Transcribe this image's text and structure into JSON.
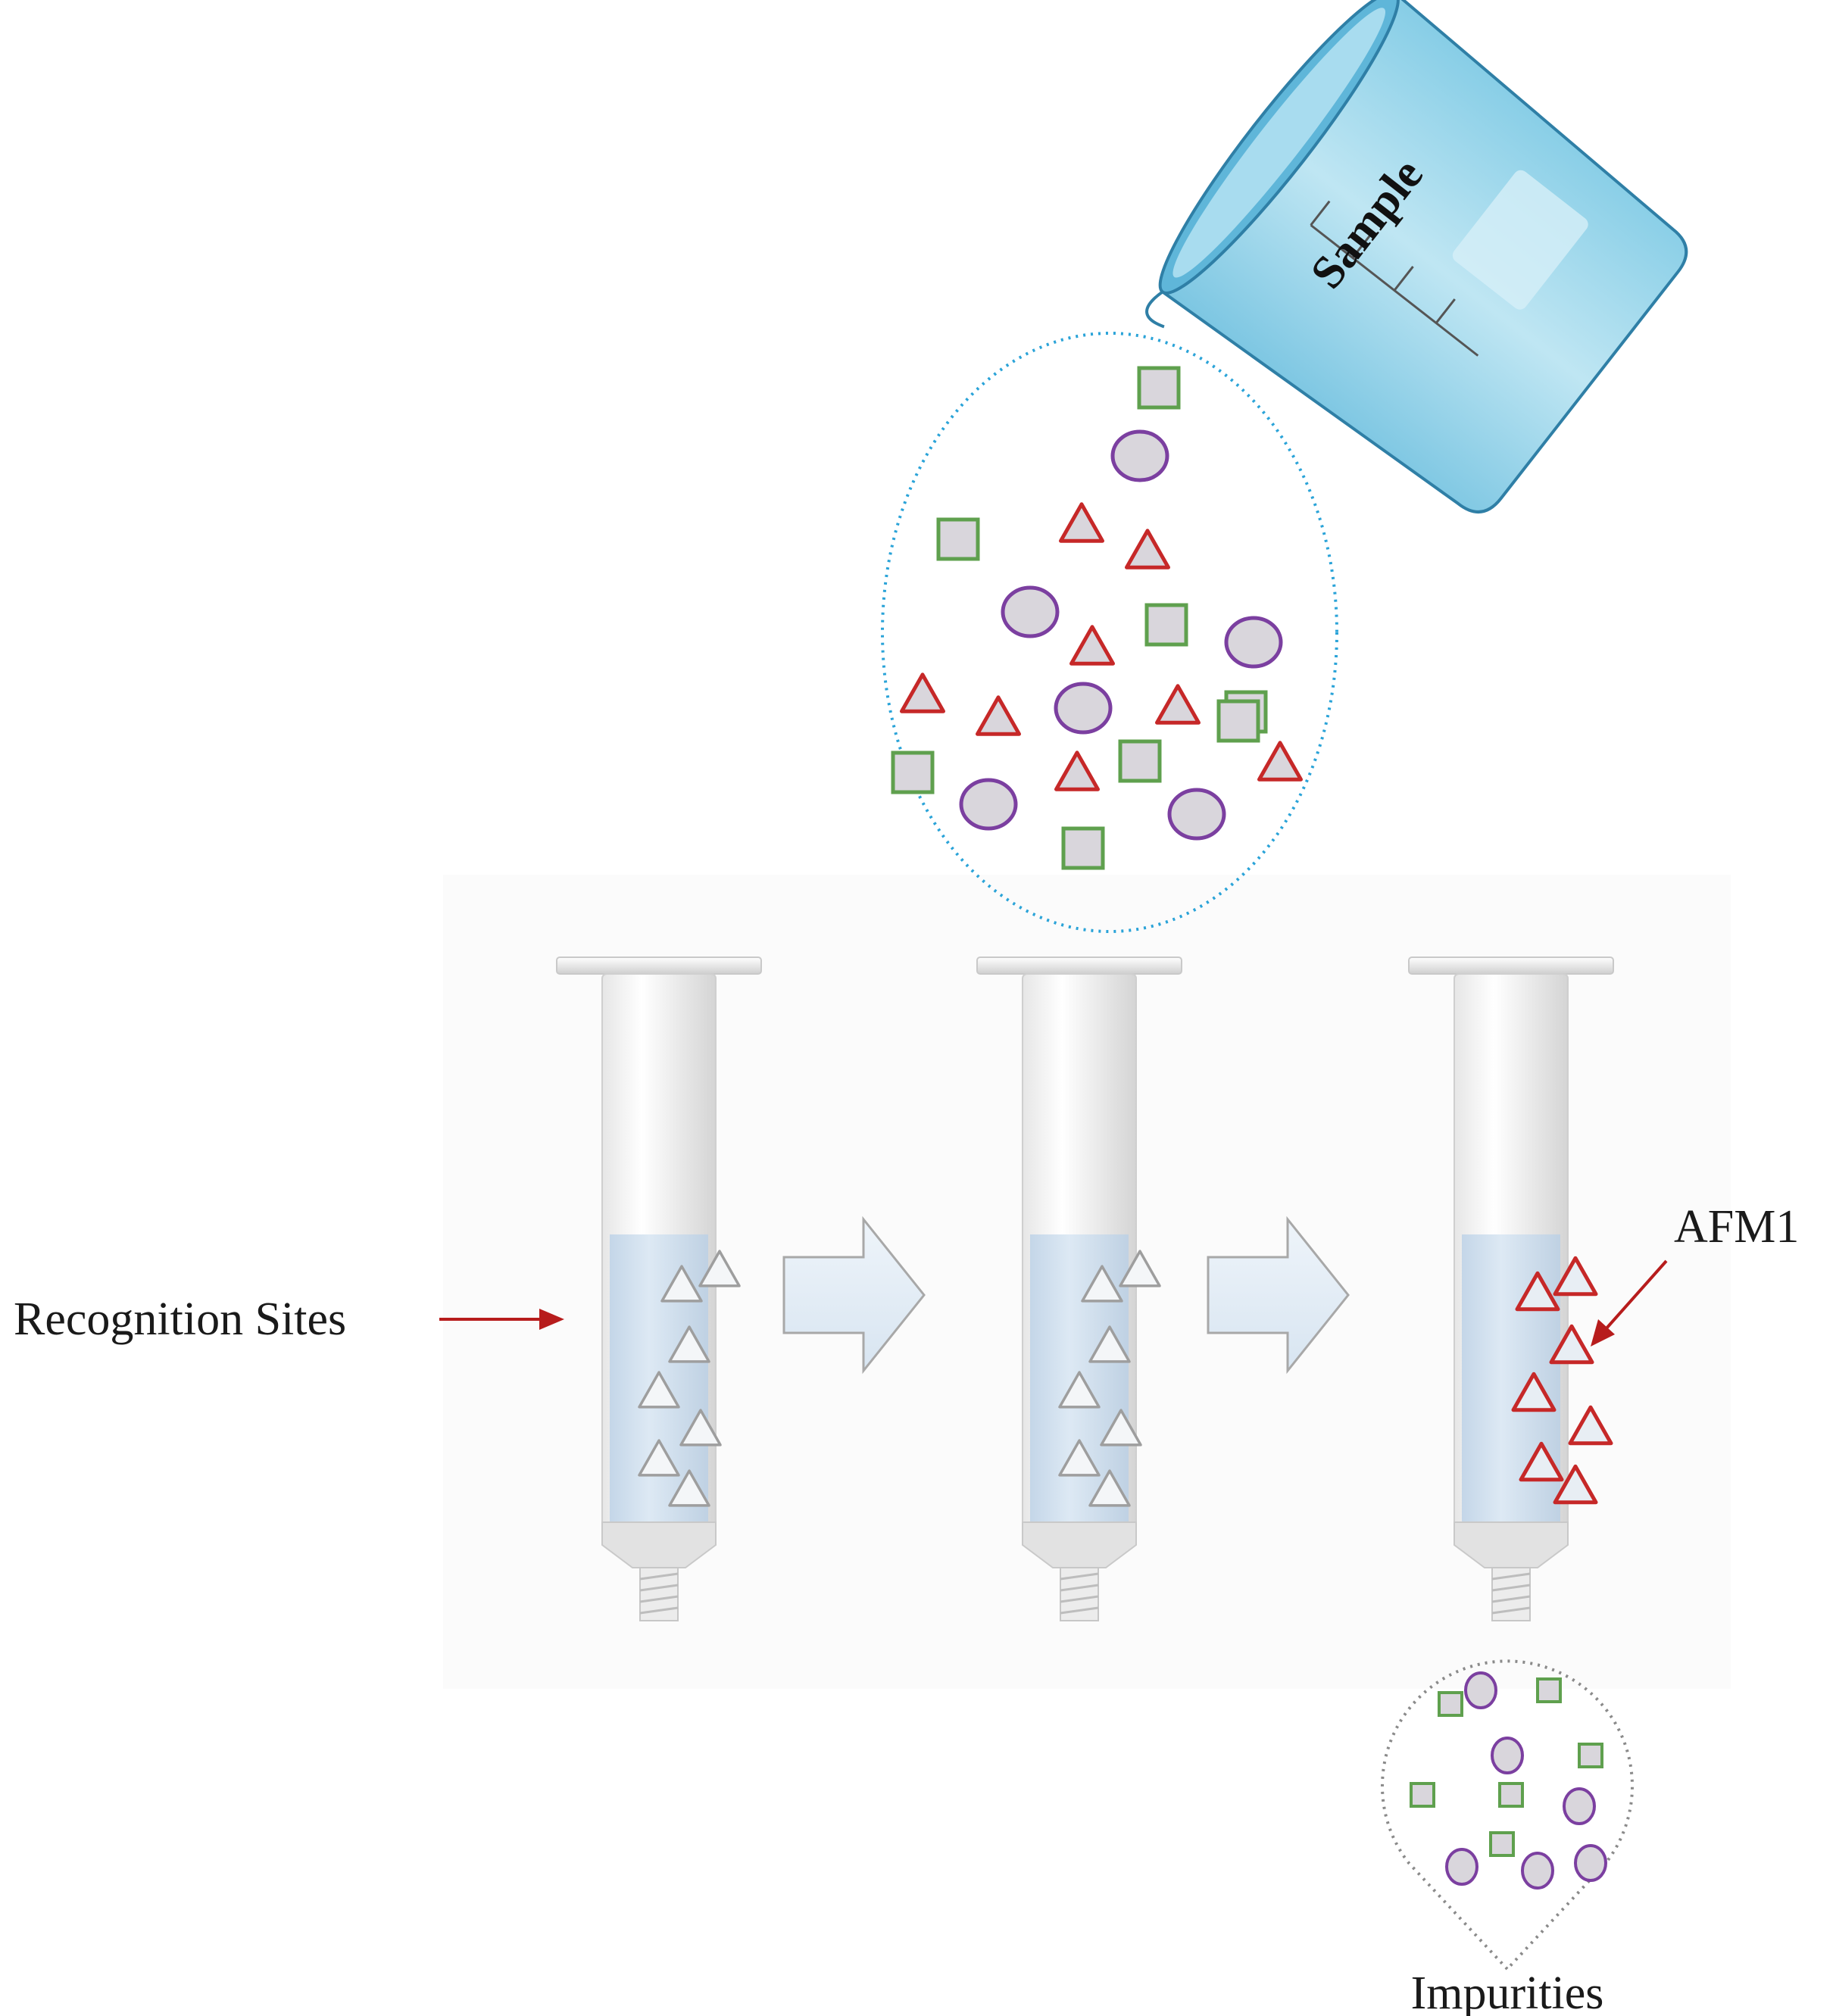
{
  "labels": {
    "sample": "Sample",
    "recognition_sites": "Recognition Sites",
    "afm1": "AFM1",
    "impurities": "Impurities"
  },
  "legend_shapes": {
    "target": "red-triangle",
    "impurity_a": "purple-circle",
    "impurity_b": "green-square",
    "recognition_site": "grey-triangle"
  },
  "colors": {
    "target_red": "#c62828",
    "circle_purple": "#7b3fa0",
    "square_green": "#5fa04e",
    "shape_fill": "#d9d6dc",
    "site_grey": "#9e9e9e",
    "liquid_blue": "#cfe0ef",
    "arrow_red": "#b71c1c",
    "bubble_blue": "#2aa3d8",
    "bubble_grey": "#8a8a8a",
    "beaker_blue": "#9fd6ea"
  },
  "stages": [
    {
      "name": "empty-cartridge",
      "content": "recognition-sites"
    },
    {
      "name": "loaded-cartridge",
      "content": "recognition-sites"
    },
    {
      "name": "bound-cartridge",
      "content": "afm1-bound"
    }
  ]
}
